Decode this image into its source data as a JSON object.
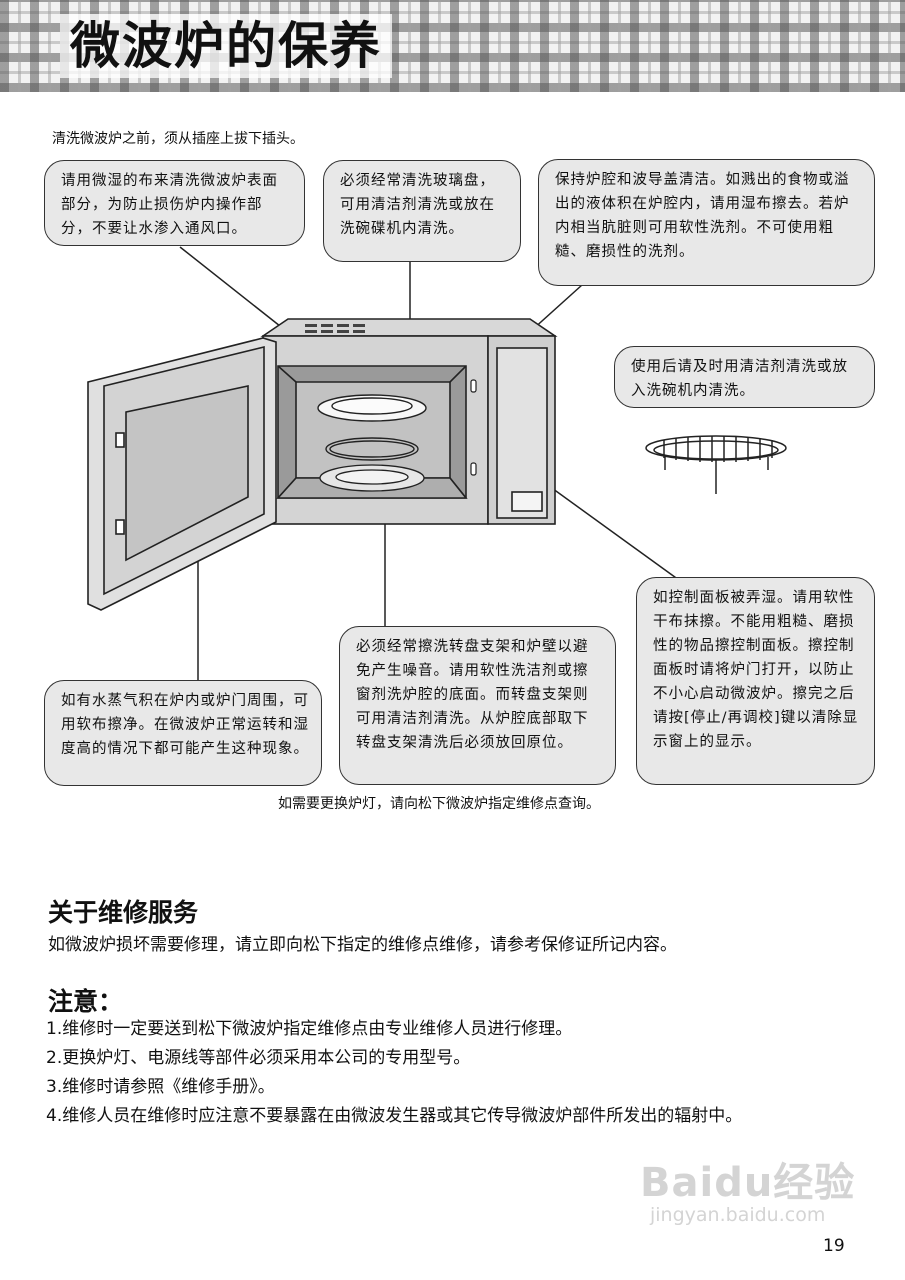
{
  "header": {
    "title": "微波炉的保养"
  },
  "intro": "清洗微波炉之前，须从插座上拔下插头。",
  "bubbles": {
    "surface": "请用微湿的布来清洗微波炉表面部分，为防止损伤炉内操作部分，不要让水渗入通风口。",
    "glass_tray": "必须经常清洗玻璃盘，可用清洁剂清洗或放在洗碗碟机内清洗。",
    "cavity": "保持炉腔和波导盖清洁。如溅出的食物或溢出的液体积在炉腔内，请用湿布擦去。若炉内相当肮脏则可用软性洗剂。不可使用粗糙、磨损性的洗剂。",
    "rack": "使用后请及时用清洁剂清洗或放入洗碗机内清洗。",
    "steam": "如有水蒸气积在炉内或炉门周围，可用软布擦净。在微波炉正常运转和湿度高的情况下都可能产生这种现象。",
    "roller_ring": "必须经常擦洗转盘支架和炉壁以避免产生噪音。请用软性洗洁剂或擦窗剂洗炉腔的底面。而转盘支架则可用清洁剂清洗。从炉腔底部取下转盘支架清洗后必须放回原位。",
    "control_panel": "如控制面板被弄湿。请用软性干布抹擦。不能用粗糙、磨损性的物品擦控制面板。擦控制面板时请将炉门打开，以防止不小心启动微波炉。擦完之后请按[停止/再调校]键以清除显示窗上的显示。"
  },
  "lamp_note": "如需要更换炉灯，请向松下微波炉指定维修点查询。",
  "service": {
    "title": "关于维修服务",
    "text": "如微波炉损坏需要修理，请立即向松下指定的维修点维修，请参考保修证所记内容。"
  },
  "notes": {
    "title": "注意：",
    "items": [
      "1.维修时一定要送到松下微波炉指定维修点由专业维修人员进行修理。",
      "2.更换炉灯、电源线等部件必须采用本公司的专用型号。",
      "3.维修时请参照《维修手册》。",
      "4.维修人员在维修时应注意不要暴露在由微波发生器或其它传导微波炉部件所发出的辐射中。"
    ]
  },
  "watermark": {
    "logo": "Baidu经验",
    "url": "jingyan.baidu.com"
  },
  "page_number": "19"
}
